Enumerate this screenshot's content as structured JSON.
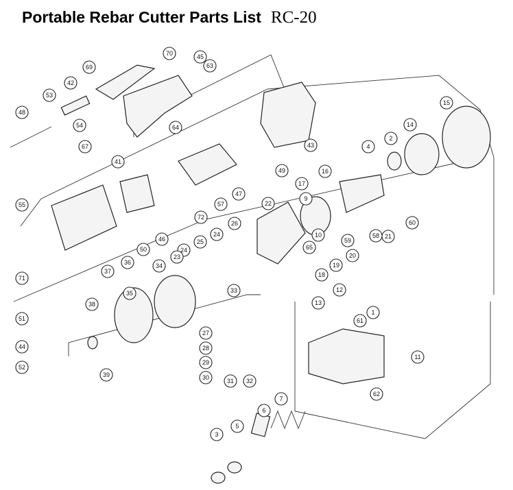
{
  "header": {
    "title": "Portable Rebar Cutter Parts List",
    "model": "RC-20"
  },
  "callouts": [
    "70",
    "45",
    "63",
    "69",
    "42",
    "53",
    "54",
    "67",
    "48",
    "41",
    "64",
    "43",
    "47",
    "57",
    "72",
    "46",
    "50",
    "55",
    "71",
    "15",
    "14",
    "2",
    "4",
    "16",
    "49",
    "17",
    "9",
    "22",
    "10",
    "65",
    "59",
    "58",
    "21",
    "60",
    "20",
    "19",
    "18",
    "26",
    "24",
    "25",
    "24",
    "23",
    "36",
    "37",
    "34",
    "33",
    "35",
    "38",
    "51",
    "44",
    "52",
    "39",
    "13",
    "12",
    "61",
    "1",
    "11",
    "62",
    "27",
    "28",
    "29",
    "30",
    "31",
    "32",
    "7",
    "6",
    "5",
    "3"
  ]
}
